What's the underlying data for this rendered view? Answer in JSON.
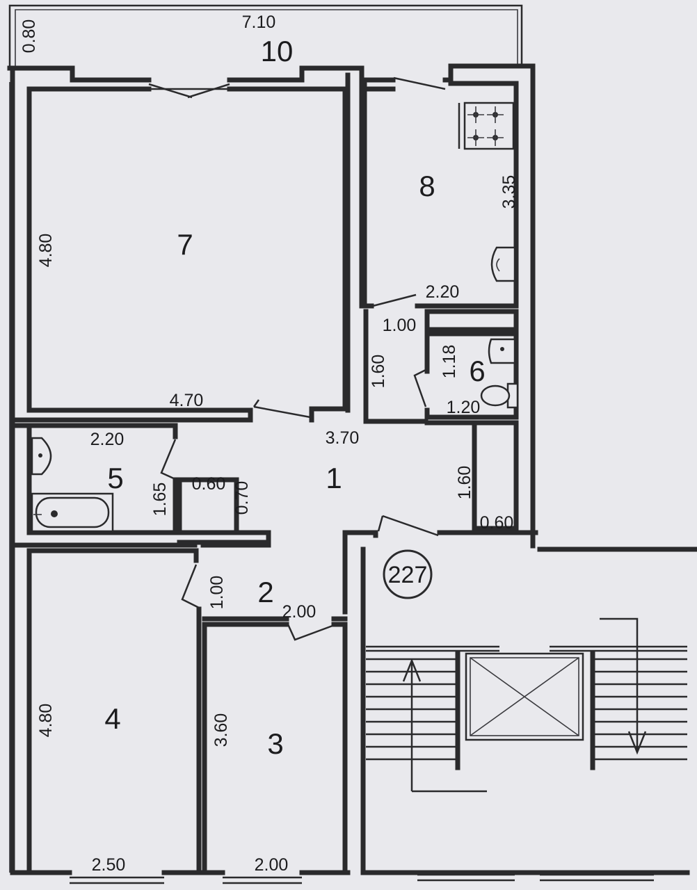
{
  "rooms": {
    "r1": "1",
    "r2": "2",
    "r3": "3",
    "r4": "4",
    "r5": "5",
    "r6": "6",
    "r7": "7",
    "r8": "8",
    "r10": "10"
  },
  "apartment_number": "227",
  "dimensions": {
    "balcony_width": "7.10",
    "balcony_depth": "0.80",
    "room7_height": "4.80",
    "room7_width": "4.70",
    "room8_height": "3.35",
    "room8_width": "2.20",
    "corridor_upper_width": "1.00",
    "corridor_upper_height": "1.60",
    "wc_height": "1.18",
    "wc_width": "1.20",
    "hall_width": "3.70",
    "closet_height": "1.60",
    "closet_width": "0.60",
    "bath_width": "2.20",
    "bath_height": "1.65",
    "niche_width": "0.60",
    "niche_height": "0.70",
    "hall2_height": "1.00",
    "hall2_width": "2.00",
    "room4_height": "4.80",
    "room4_width": "2.50",
    "room3_height": "3.60",
    "room3_width": "2.00"
  }
}
